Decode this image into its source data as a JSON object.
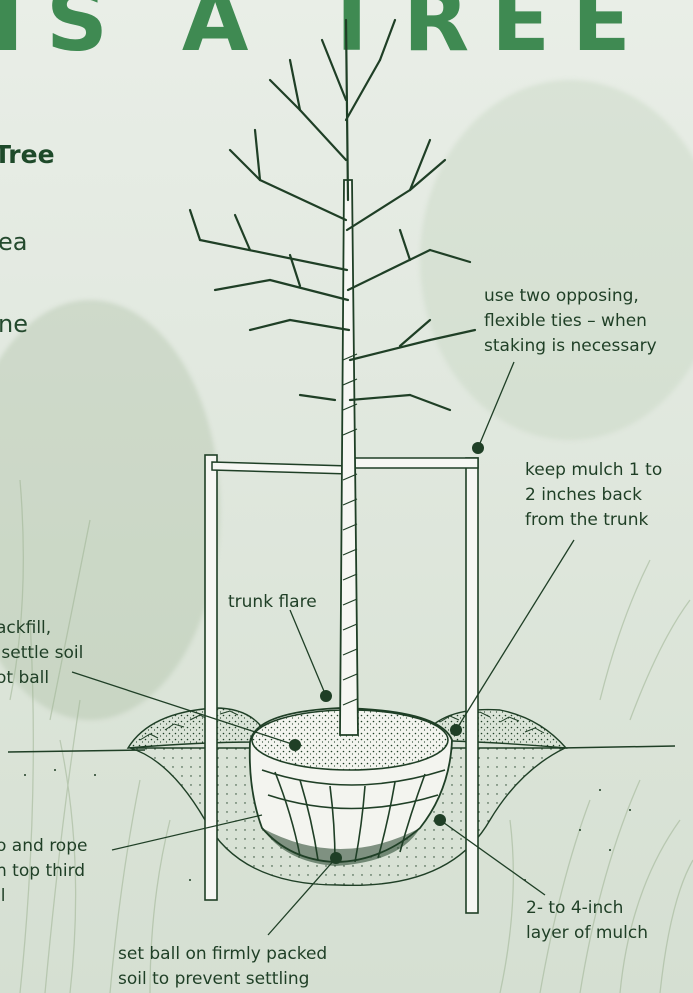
{
  "banner": {
    "title": "IS A TREE"
  },
  "subhead": "Tree",
  "left_fragments": [
    "ea",
    "ne"
  ],
  "labels": {
    "ties": "use two opposing,\nflexible ties – when\nstaking is necessary",
    "mulch_back": "keep mulch 1 to\n2 inches back\nfrom the trunk",
    "trunk_flare": "trunk flare",
    "backfill": "ackfill,\n settle soil\not ball",
    "burlap": "o and rope\nn top third\nll",
    "mulch_layer": "2- to 4-inch\nlayer of mulch",
    "settle": "set ball on firmly packed\nsoil to prevent settling"
  },
  "colors": {
    "title_green": "#3f8a52",
    "ink": "#1f3f26"
  }
}
